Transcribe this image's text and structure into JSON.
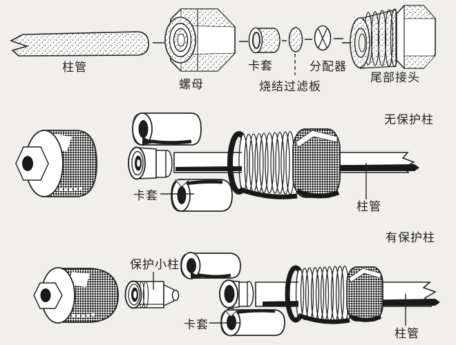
{
  "title": "column-hardware-assembly-diagram",
  "colors": {
    "background": "#f1efeb",
    "ink": "#1f1f1f",
    "paper_white": "#ffffff"
  },
  "labels": {
    "top": {
      "column_tube": "柱管",
      "nut": "螺母",
      "ferrule": "卡套",
      "sintered_filter": "烧结过滤板",
      "distributor": "分配器",
      "end_fitting": "尾部接头"
    },
    "middle": {
      "section_title": "无保护柱",
      "ferrule": "卡套",
      "column_tube": "柱管"
    },
    "bottom": {
      "section_title": "有保护柱",
      "guard_column": "保护小柱",
      "ferrule": "卡套",
      "column_tube": "柱管"
    }
  }
}
